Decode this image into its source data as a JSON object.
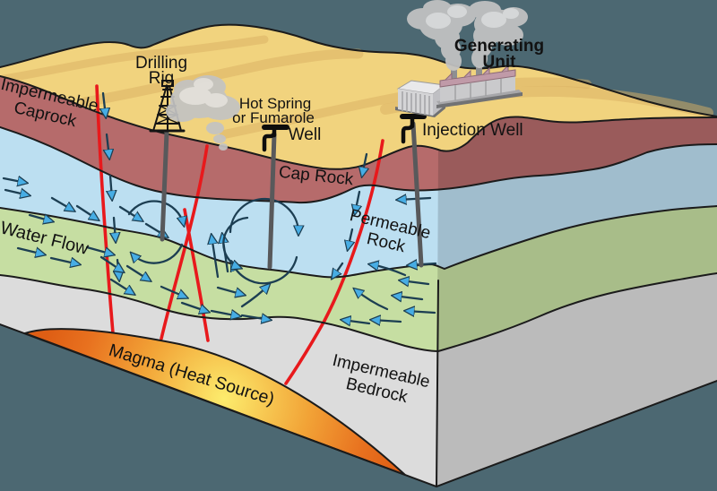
{
  "scene": {
    "type": "geothermal-energy-cross-section-diagram",
    "description": "Cut-away block diagram of a geothermal field with wells, faults, water circulation and a magma heat source"
  },
  "labels": {
    "caprock_line1": "Impermeable",
    "caprock_line2": "Caprock",
    "drilling_rig_line1": "Drilling",
    "drilling_rig_line2": "Rig",
    "hot_spring_line1": "Hot Spring",
    "hot_spring_line2": "or Fumarole",
    "well": "Well",
    "cap_rock": "Cap Rock",
    "injection_well": "Injection Well",
    "generating_unit_line1": "Generating",
    "generating_unit_line2": "Unit",
    "permeable_rock_line1": "Permeable",
    "permeable_rock_line2": "Rock",
    "water_flow": "Water Flow",
    "magma": "Magma (Heat Source)",
    "bedrock_line1": "Impermeable",
    "bedrock_line2": "Bedrock"
  },
  "colors": {
    "background": "#4C6872",
    "sand": "#F1D37E",
    "sand_shading": "#D9B061",
    "caprock": "#B66B6B",
    "permeable_rock": "#BCDFF1",
    "aquifer_green": "#C6DEA2",
    "bedrock": "#DCDCDC",
    "right_face_shade": "#000000",
    "magma_inner": "#FCEC6D",
    "magma_mid": "#F2A437",
    "magma_outer": "#DE5E14",
    "fault": "#E8191C",
    "arrow_shaft": "#1C3E52",
    "arrow_head": "#47ADE4",
    "pipe": "#58595B",
    "outline": "#1B1B1B",
    "steam": "#C3C3C3",
    "steam_highlight": "#E0E0E0",
    "building_wall": "#CACACC",
    "building_roof": "#C09AA8",
    "building_base": "#717274"
  }
}
